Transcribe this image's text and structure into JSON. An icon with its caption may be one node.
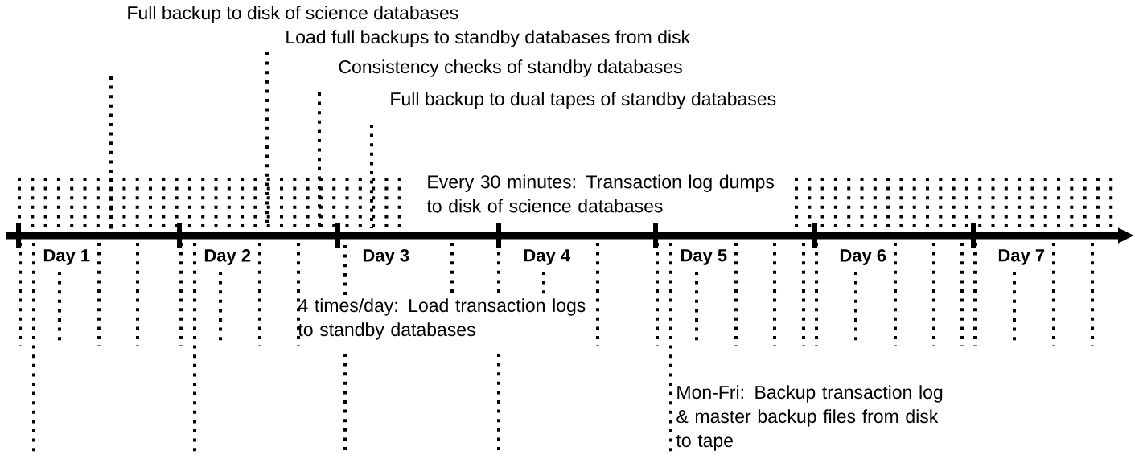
{
  "diagram": {
    "labels": [
      "Full backup to disk of science databases",
      "Load full backups to standby databases from disk",
      "Consistency checks of standby databases",
      "Full backup to dual tapes of standby databases",
      "Every 30 minutes: Transaction log dumps to disk of science databases",
      "Day 1",
      "Day 2",
      "Day 3",
      "Day 4",
      "Day 5",
      "Day 6",
      "Day 7",
      "4 times/day: Load transaction logs to standby databases",
      "Mon-Fri: Backup transaction log & master backup files from disk to tape"
    ]
  }
}
